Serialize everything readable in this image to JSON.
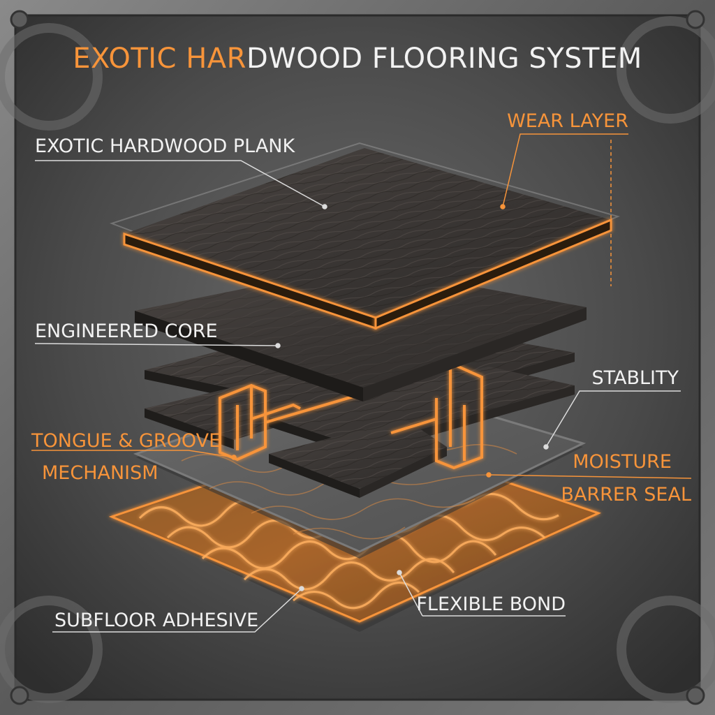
{
  "title": {
    "highlight": "EXOTIC HAR",
    "rest": "DWOOD FLOORING SYSTEM"
  },
  "labels": {
    "plank": "EXOTIC HARDWOOD PLANK",
    "wear_layer": "WEAR LAYER",
    "engineered_core": "ENGINEERED CORE",
    "stability": "STABLITY",
    "tongue_groove_1": "TONGUE & GROOVE",
    "tongue_groove_2": "MECHANISM",
    "moisture_1": "MOISTURE",
    "moisture_2": "BARRER SEAL",
    "subfloor_adhesive": "SUBFLOOR ADHESIVE",
    "flexible_bond": "FLEXIBLE BOND"
  },
  "colors": {
    "accent": "#f7943a",
    "label_white": "#f2f2f2",
    "panel_bg": "#4e4e4e",
    "wood_dark": "#3a3735"
  }
}
